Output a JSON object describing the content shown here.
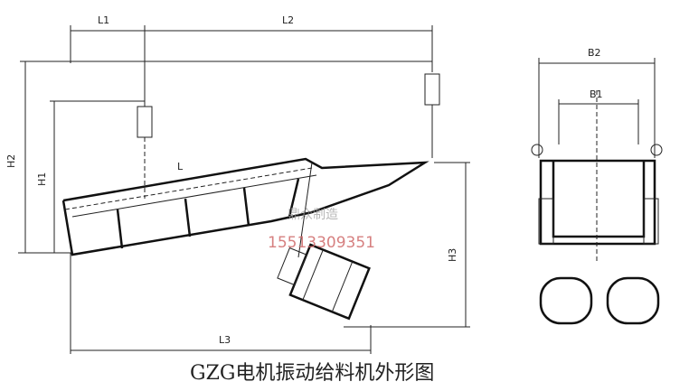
{
  "dimensions": {
    "L1": "L1",
    "L2": "L2",
    "L": "L",
    "L3": "L3",
    "H1": "H1",
    "H2": "H2",
    "H3": "H3",
    "B1": "B1",
    "B2": "B2"
  },
  "caption": "GZG电机振动给料机外形图",
  "watermark": {
    "company": "鼎众制造",
    "phone": "15513309351"
  },
  "colors": {
    "line": "#222222",
    "watermark_phone": "#d06a6a"
  }
}
